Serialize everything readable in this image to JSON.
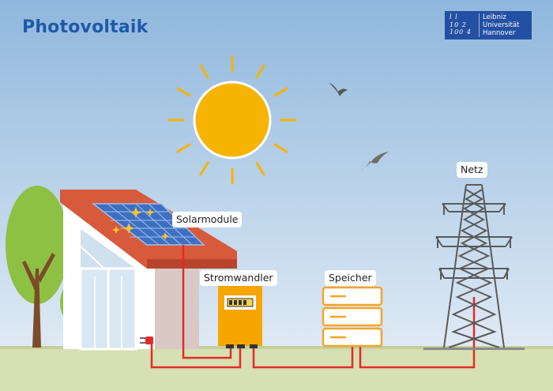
{
  "title": "Photovoltaik",
  "logo": {
    "lines": [
      "Leibniz",
      "Universität",
      "Hannover"
    ],
    "mark_rows": [
      "l  l",
      "10 2",
      "100 4"
    ]
  },
  "labels": {
    "solar": "Solarmodule",
    "inverter": "Stromwandler",
    "storage": "Speicher",
    "grid": "Netz"
  },
  "colors": {
    "sky_top": "#8fb7dd",
    "sky_bottom": "#e6eef6",
    "ground": "#d6e0b2",
    "sun": "#f6b400",
    "roof": "#d65a3b",
    "wall": "#ffffff",
    "shade_wall": "#d8c9c5",
    "solar_panel": "#3f6fc1",
    "inverter": "#f7a600",
    "storage": "#f5a42a",
    "cable": "#e32b2b",
    "tower": "#5a5a5a",
    "tree_green": "#8ec043",
    "trunk": "#7b4b2a",
    "logo_blue": "#2450a3",
    "title_blue": "#1f5aa8"
  }
}
